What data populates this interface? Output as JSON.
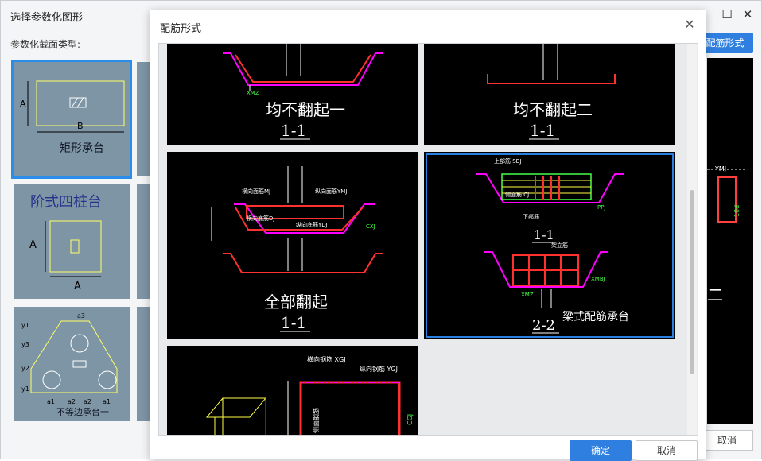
{
  "background_window": {
    "title": "选择参数化图形",
    "section_label": "参数化截面类型:",
    "right_button": "配筋形式",
    "cancel": "取消",
    "tiles": [
      {
        "label": "矩形承台",
        "dim_a": "A",
        "dim_b": "B"
      },
      {
        "label": "阶式四桩台",
        "dim_a": "A",
        "dim_b": "A"
      },
      {
        "label": "不等边承台一",
        "dims": [
          "a1",
          "a2",
          "a2",
          "a1",
          "y1",
          "y2",
          "y3",
          "y1"
        ],
        "top_dim": "a3"
      }
    ],
    "right_panel_labels": [
      "YMJ",
      "10d",
      "二"
    ]
  },
  "dialog": {
    "title": "配筋形式",
    "ok": "确定",
    "cancel": "取消",
    "panels": [
      {
        "title": "均不翻起一",
        "section": "1-1",
        "labels": [
          "XMZ"
        ]
      },
      {
        "title": "均不翻起二",
        "section": "1-1"
      },
      {
        "title": "全部翻起",
        "section": "1-1",
        "labels": [
          "横向面筋MJ",
          "纵向面筋YMJ",
          "横向底筋DJ",
          "纵向底筋YDJ",
          "CXJ"
        ]
      },
      {
        "title": "梁式配筋承台",
        "section": "2-2",
        "section2": "1-1",
        "labels": [
          "上部筋 SBJ",
          "侧面筋 CJ",
          "下部筋",
          "PPJ",
          "架立筋",
          "XMZ",
          "XMBJ"
        ]
      },
      {
        "title": "",
        "labels": [
          "横向钢筋 XGJ",
          "纵向钢筋 YGJ",
          "侧面钢筋",
          "CGJ"
        ]
      }
    ]
  }
}
